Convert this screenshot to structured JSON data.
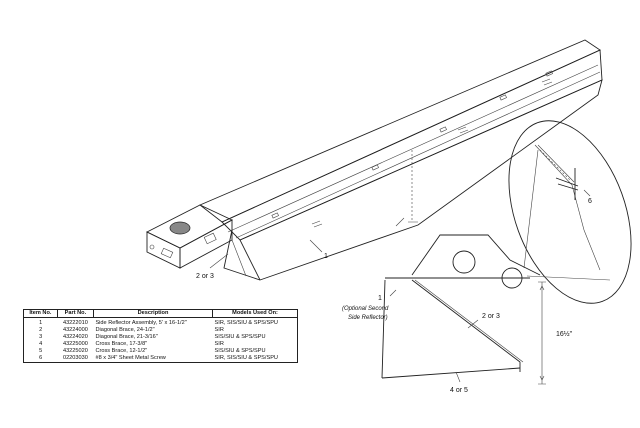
{
  "callouts": {
    "main_part_1": "1",
    "main_brace": "2 or 3",
    "detail_part_1": "1",
    "optional_note_line1": "(Optional Second",
    "optional_note_line2": "Side Reflector)",
    "detail_brace": "2 or 3",
    "detail_cross": "4 or 5",
    "screw": "6",
    "dimension": "16½\""
  },
  "parts_table": {
    "headers": [
      "Item No.",
      "Part No.",
      "Description",
      "Models Used On:"
    ],
    "rows": [
      [
        "1",
        "43222010",
        "Side Reflector Assembly, 5' x 16-1/2\"",
        "SIR, SIS/SIU & SPS/SPU"
      ],
      [
        "2",
        "43224000",
        "Diagonal Brace, 24-1/2\"",
        "SIR"
      ],
      [
        "3",
        "43224020",
        "Diagonal Brace, 21-3/16\"",
        "SIS/SIU & SPS/SPU"
      ],
      [
        "4",
        "43225000",
        "Cross Brace, 17-3/8\"",
        "SIR"
      ],
      [
        "5",
        "43225020",
        "Cross Brace, 12-1/2\"",
        "SIS/SIU & SPS/SPU"
      ],
      [
        "6",
        "02203030",
        "#8 x 3/4\" Sheet Metal Screw",
        "SIR, SIS/SIU & SPS/SPU"
      ]
    ]
  }
}
